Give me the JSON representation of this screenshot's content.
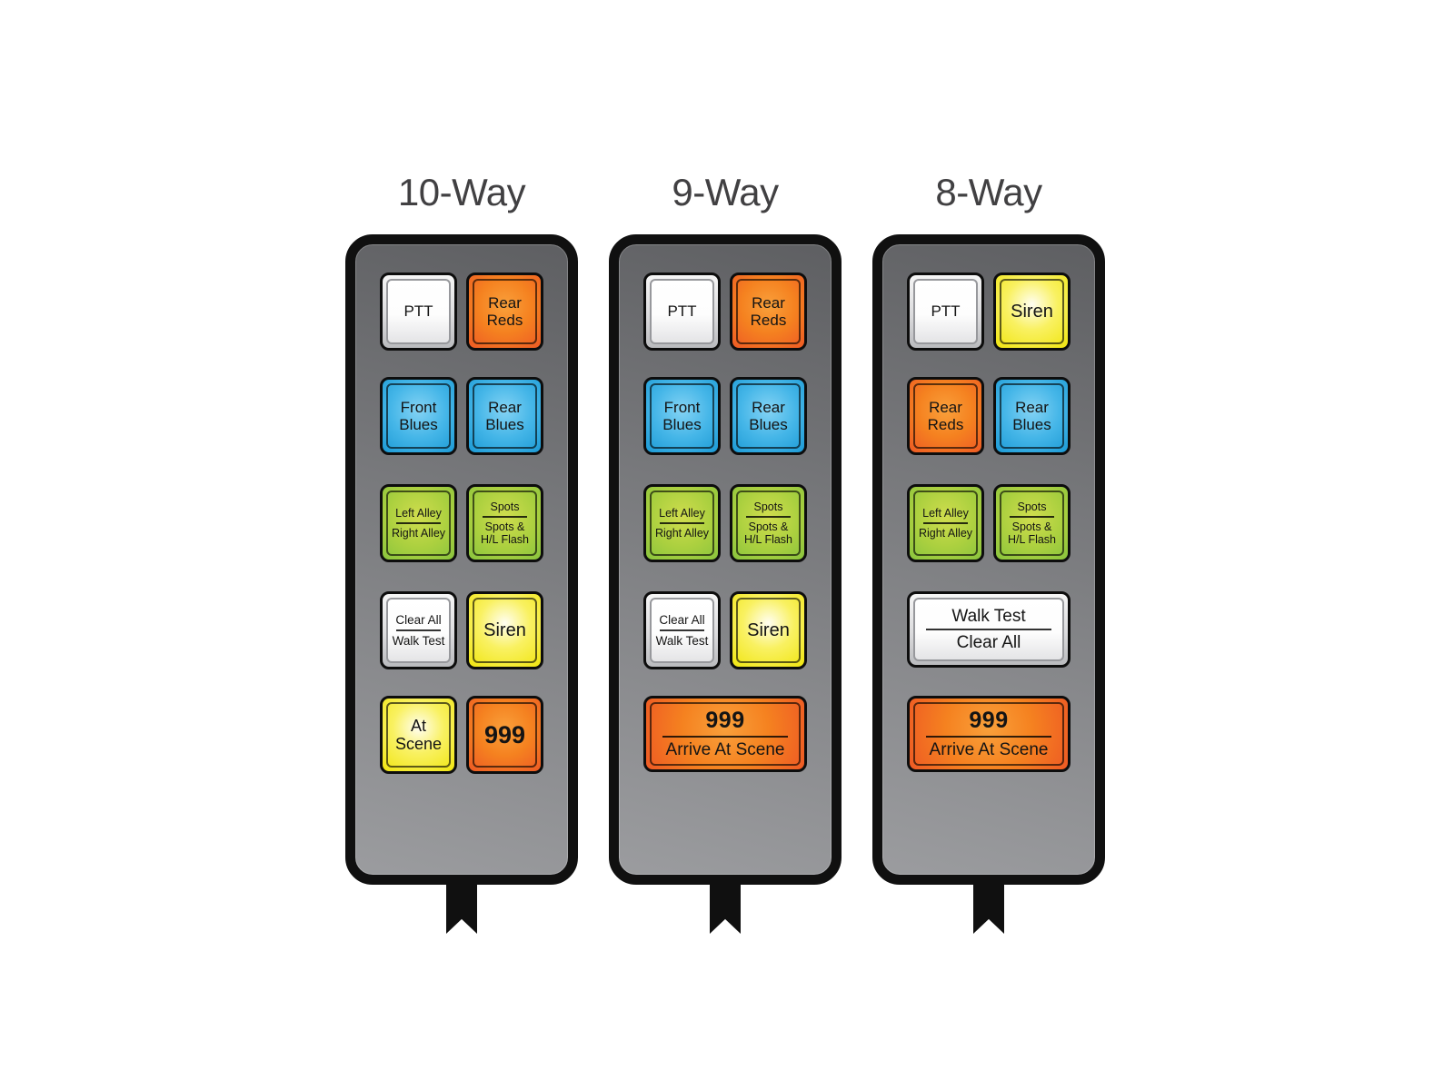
{
  "colors": {
    "background": "#ffffff",
    "panel_body": "#808285",
    "panel_frame": "#101010",
    "title_text": "#414042",
    "button_text": "#141414",
    "button_white": "#ffffff",
    "button_orange": "#f15a24",
    "button_blue": "#29abe2",
    "button_green": "#8dc63f",
    "button_yellow": "#f2e70f"
  },
  "panels": [
    {
      "title": "10-Way",
      "buttons": [
        {
          "name": "ptt",
          "color": "white",
          "row": 0,
          "col": 0,
          "width": "half",
          "size": "md",
          "divider": false,
          "segments": [
            {
              "lines": [
                "PTT"
              ]
            }
          ]
        },
        {
          "name": "rear-reds",
          "color": "orange",
          "row": 0,
          "col": 1,
          "width": "half",
          "size": "md",
          "divider": false,
          "segments": [
            {
              "lines": [
                "Rear",
                "Reds"
              ]
            }
          ]
        },
        {
          "name": "front-blues",
          "color": "blue",
          "row": 1,
          "col": 0,
          "width": "half",
          "size": "md",
          "divider": false,
          "segments": [
            {
              "lines": [
                "Front",
                "Blues"
              ]
            }
          ]
        },
        {
          "name": "rear-blues",
          "color": "blue",
          "row": 1,
          "col": 1,
          "width": "half",
          "size": "md",
          "divider": false,
          "segments": [
            {
              "lines": [
                "Rear",
                "Blues"
              ]
            }
          ]
        },
        {
          "name": "left-alley-right-alley",
          "color": "green",
          "row": 2,
          "col": 0,
          "width": "half",
          "size": "sm",
          "divider": true,
          "segments": [
            {
              "lines": [
                "Left Alley"
              ]
            },
            {
              "lines": [
                "Right Alley"
              ]
            }
          ]
        },
        {
          "name": "spots-hl-flash",
          "color": "green",
          "row": 2,
          "col": 1,
          "width": "half",
          "size": "sm",
          "divider": true,
          "segments": [
            {
              "lines": [
                "Spots"
              ]
            },
            {
              "lines": [
                "Spots &",
                "H/L Flash"
              ]
            }
          ]
        },
        {
          "name": "clear-all-walk-test",
          "color": "white",
          "row": 3,
          "col": 0,
          "width": "half",
          "size": "sm2",
          "divider": true,
          "segments": [
            {
              "lines": [
                "Clear All"
              ]
            },
            {
              "lines": [
                "Walk Test"
              ]
            }
          ]
        },
        {
          "name": "siren",
          "color": "yellow",
          "row": 3,
          "col": 1,
          "width": "half",
          "size": "lg",
          "divider": false,
          "segments": [
            {
              "lines": [
                "Siren"
              ]
            }
          ]
        },
        {
          "name": "at-scene",
          "color": "yellow",
          "row": 4,
          "col": 0,
          "width": "half",
          "size": "md2",
          "divider": false,
          "segments": [
            {
              "lines": [
                "At",
                "Scene"
              ]
            }
          ]
        },
        {
          "name": "999",
          "color": "orange",
          "row": 4,
          "col": 1,
          "width": "half",
          "size": "xl",
          "divider": false,
          "segments": [
            {
              "lines": [
                "999"
              ]
            }
          ]
        }
      ]
    },
    {
      "title": "9-Way",
      "buttons": [
        {
          "name": "ptt",
          "color": "white",
          "row": 0,
          "col": 0,
          "width": "half",
          "size": "md",
          "divider": false,
          "segments": [
            {
              "lines": [
                "PTT"
              ]
            }
          ]
        },
        {
          "name": "rear-reds",
          "color": "orange",
          "row": 0,
          "col": 1,
          "width": "half",
          "size": "md",
          "divider": false,
          "segments": [
            {
              "lines": [
                "Rear",
                "Reds"
              ]
            }
          ]
        },
        {
          "name": "front-blues",
          "color": "blue",
          "row": 1,
          "col": 0,
          "width": "half",
          "size": "md",
          "divider": false,
          "segments": [
            {
              "lines": [
                "Front",
                "Blues"
              ]
            }
          ]
        },
        {
          "name": "rear-blues",
          "color": "blue",
          "row": 1,
          "col": 1,
          "width": "half",
          "size": "md",
          "divider": false,
          "segments": [
            {
              "lines": [
                "Rear",
                "Blues"
              ]
            }
          ]
        },
        {
          "name": "left-alley-right-alley",
          "color": "green",
          "row": 2,
          "col": 0,
          "width": "half",
          "size": "sm",
          "divider": true,
          "segments": [
            {
              "lines": [
                "Left Alley"
              ]
            },
            {
              "lines": [
                "Right Alley"
              ]
            }
          ]
        },
        {
          "name": "spots-hl-flash",
          "color": "green",
          "row": 2,
          "col": 1,
          "width": "half",
          "size": "sm",
          "divider": true,
          "segments": [
            {
              "lines": [
                "Spots"
              ]
            },
            {
              "lines": [
                "Spots &",
                "H/L Flash"
              ]
            }
          ]
        },
        {
          "name": "clear-all-walk-test",
          "color": "white",
          "row": 3,
          "col": 0,
          "width": "half",
          "size": "sm2",
          "divider": true,
          "segments": [
            {
              "lines": [
                "Clear All"
              ]
            },
            {
              "lines": [
                "Walk Test"
              ]
            }
          ]
        },
        {
          "name": "siren",
          "color": "yellow",
          "row": 3,
          "col": 1,
          "width": "half",
          "size": "lg",
          "divider": false,
          "segments": [
            {
              "lines": [
                "Siren"
              ]
            }
          ]
        },
        {
          "name": "999-arrive-at-scene",
          "color": "orange",
          "row": 4,
          "col": 0,
          "width": "wide",
          "size": "wide-orange",
          "divider": true,
          "segments": [
            {
              "lines": [
                "999"
              ],
              "bold": true
            },
            {
              "lines": [
                "Arrive At Scene"
              ]
            }
          ]
        }
      ]
    },
    {
      "title": "8-Way",
      "buttons": [
        {
          "name": "ptt",
          "color": "white",
          "row": 0,
          "col": 0,
          "width": "half",
          "size": "md",
          "divider": false,
          "segments": [
            {
              "lines": [
                "PTT"
              ]
            }
          ]
        },
        {
          "name": "siren",
          "color": "yellow",
          "row": 0,
          "col": 1,
          "width": "half",
          "size": "lg",
          "divider": false,
          "segments": [
            {
              "lines": [
                "Siren"
              ]
            }
          ]
        },
        {
          "name": "rear-reds",
          "color": "orange",
          "row": 1,
          "col": 0,
          "width": "half",
          "size": "md",
          "divider": false,
          "segments": [
            {
              "lines": [
                "Rear",
                "Reds"
              ]
            }
          ]
        },
        {
          "name": "rear-blues",
          "color": "blue",
          "row": 1,
          "col": 1,
          "width": "half",
          "size": "md",
          "divider": false,
          "segments": [
            {
              "lines": [
                "Rear",
                "Blues"
              ]
            }
          ]
        },
        {
          "name": "left-alley-right-alley",
          "color": "green",
          "row": 2,
          "col": 0,
          "width": "half",
          "size": "sm",
          "divider": true,
          "segments": [
            {
              "lines": [
                "Left Alley"
              ]
            },
            {
              "lines": [
                "Right Alley"
              ]
            }
          ]
        },
        {
          "name": "spots-hl-flash",
          "color": "green",
          "row": 2,
          "col": 1,
          "width": "half",
          "size": "sm",
          "divider": true,
          "segments": [
            {
              "lines": [
                "Spots"
              ]
            },
            {
              "lines": [
                "Spots &",
                "H/L Flash"
              ]
            }
          ]
        },
        {
          "name": "walk-test-clear-all",
          "color": "white",
          "row": 3,
          "col": 0,
          "width": "wide",
          "size": "wide-white",
          "divider": true,
          "segments": [
            {
              "lines": [
                "Walk Test"
              ]
            },
            {
              "lines": [
                "Clear All"
              ]
            }
          ]
        },
        {
          "name": "999-arrive-at-scene",
          "color": "orange",
          "row": 4,
          "col": 0,
          "width": "wide",
          "size": "wide-orange",
          "divider": true,
          "segments": [
            {
              "lines": [
                "999"
              ],
              "bold": true
            },
            {
              "lines": [
                "Arrive At Scene"
              ]
            }
          ]
        }
      ]
    }
  ]
}
